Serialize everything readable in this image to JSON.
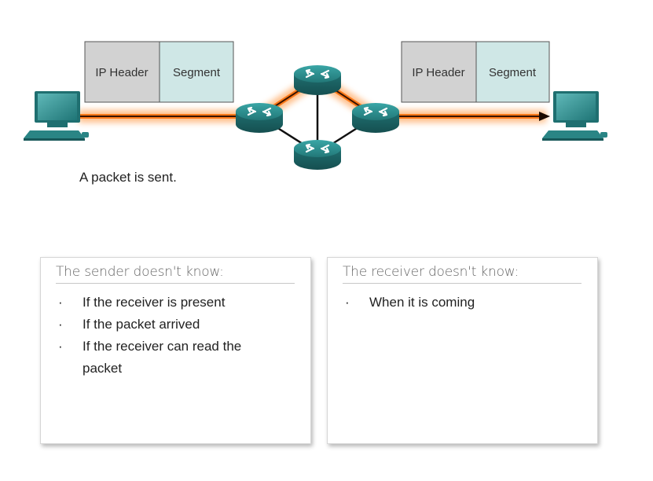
{
  "diagram": {
    "left_packet": {
      "header": "IP Header",
      "segment": "Segment"
    },
    "right_packet": {
      "header": "IP Header",
      "segment": "Segment"
    },
    "caption": "A packet is sent."
  },
  "sender_panel": {
    "title": "The sender doesn't know:",
    "items": [
      "If the receiver is present",
      "If the packet arrived",
      "If the receiver can read the packet"
    ]
  },
  "receiver_panel": {
    "title": "The receiver doesn't know:",
    "items": [
      "When it is coming"
    ]
  },
  "bullet": "·",
  "colors": {
    "path_glow": "#ff6a00",
    "router": "#2a8c8c",
    "header_box": "#d2d2d2",
    "segment_box": "#cfe7e6"
  }
}
